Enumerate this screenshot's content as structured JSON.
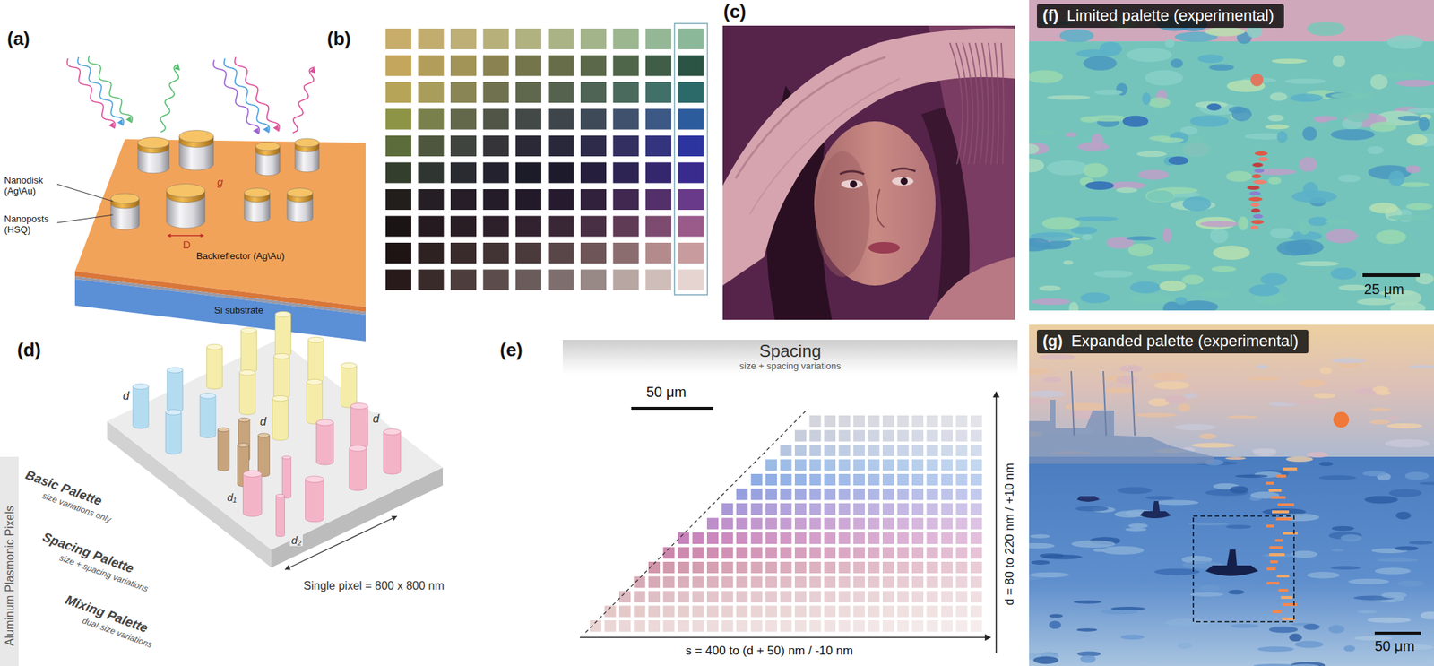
{
  "diagram": {
    "nodes": [
      {
        "text": [
          "(f)",
          "Limited palette (experimental)"
        ]
      },
      {
        "text": [
          "Spacing",
          "size + spacing variations"
        ]
      },
      {
        "text": [
          "(g)",
          "Expanded palette (experimental)"
        ]
      }
    ],
    "labels": [
      "(a)",
      "Nanodisk (Ag\\Au)",
      "Nanoposts (HSQ)",
      "Backreflector (Ag\\Au)",
      "Si substrate",
      "g",
      "D",
      "(b)",
      "(c)",
      "25 μm",
      "(d)",
      "Aluminum Plasmonic Pixels",
      "Basic Palette",
      "size variations only",
      "Spacing Palette",
      "size + spacing variations",
      "Mixing Palette",
      "dual-size variations",
      "Single pixel = 800 x 800 nm",
      "d",
      "d",
      "d",
      "d₁",
      "d₂",
      "(e)",
      "50 μm",
      "d = 80 to 220 nm / +10 nm",
      "s = 400 to (d + 50) nm / -10 nm",
      "50 μm"
    ]
  }
}
